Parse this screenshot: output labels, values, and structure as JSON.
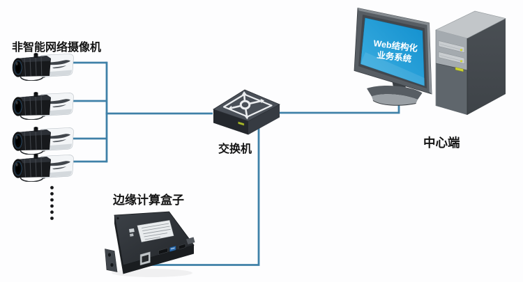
{
  "diagram": {
    "labels": {
      "cameras": "非智能网络摄像机",
      "switch": "交换机",
      "edge_box": "边缘计算盒子",
      "center": "中心端"
    },
    "monitor_screen": {
      "line1": "Web结构化",
      "line2": "业务系统"
    },
    "camera_count": 4,
    "ellipsis_dot_count": 6,
    "colors": {
      "connection_line": "#3f81a8",
      "screen_blue": "#118fce",
      "screen_blue_light": "#3fb0e2",
      "led_green": "#a9ba2c",
      "led_yellow": "#ccd22f",
      "label_text": "#141414"
    }
  }
}
